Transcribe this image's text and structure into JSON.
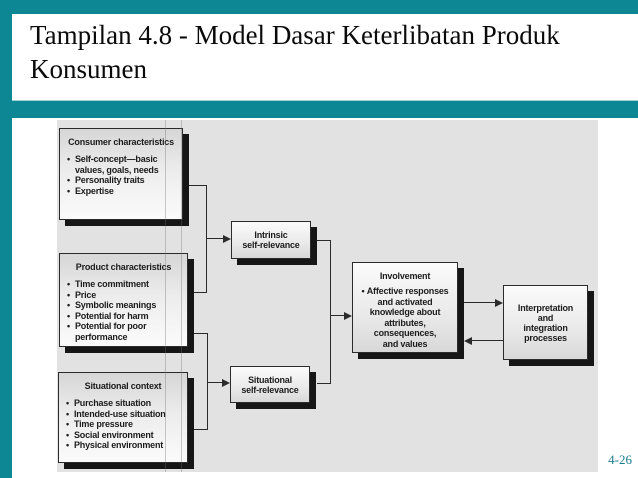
{
  "slide": {
    "title": {
      "line1": "Tampilan 4.8 - Model Dasar Keterlibatan Produk",
      "line2": "Konsumen"
    },
    "page_number": "4-26",
    "colors": {
      "teal": "#0d8794",
      "panel_background": "#e2e2e2",
      "box_shadow": "#161616",
      "page_number_text": "#1d7c8e"
    }
  },
  "diagram": {
    "consumer": {
      "title": "Consumer characteristics",
      "bullets": [
        "Self-concept—basic values, goals, needs",
        "Personality traits",
        "Expertise"
      ]
    },
    "product": {
      "title": "Product characteristics",
      "bullets": [
        "Time commitment",
        "Price",
        "Symbolic meanings",
        "Potential for harm",
        "Potential for poor performance"
      ]
    },
    "situational": {
      "title": "Situational context",
      "bullets": [
        "Purchase situation",
        "Intended-use situation",
        "Time pressure",
        "Social environment",
        "Physical environment"
      ]
    },
    "intrinsic": {
      "lines": [
        "Intrinsic",
        "self-relevance"
      ]
    },
    "situational_self": {
      "lines": [
        "Situational",
        "self-relevance"
      ]
    },
    "involvement": {
      "title": "Involvement",
      "bullet_lines": [
        "Affective responses",
        "and activated",
        "knowledge about",
        "attributes,",
        "consequences,",
        "and values"
      ]
    },
    "interpretation": {
      "lines": [
        "Interpretation",
        "and",
        "integration",
        "processes"
      ]
    }
  }
}
